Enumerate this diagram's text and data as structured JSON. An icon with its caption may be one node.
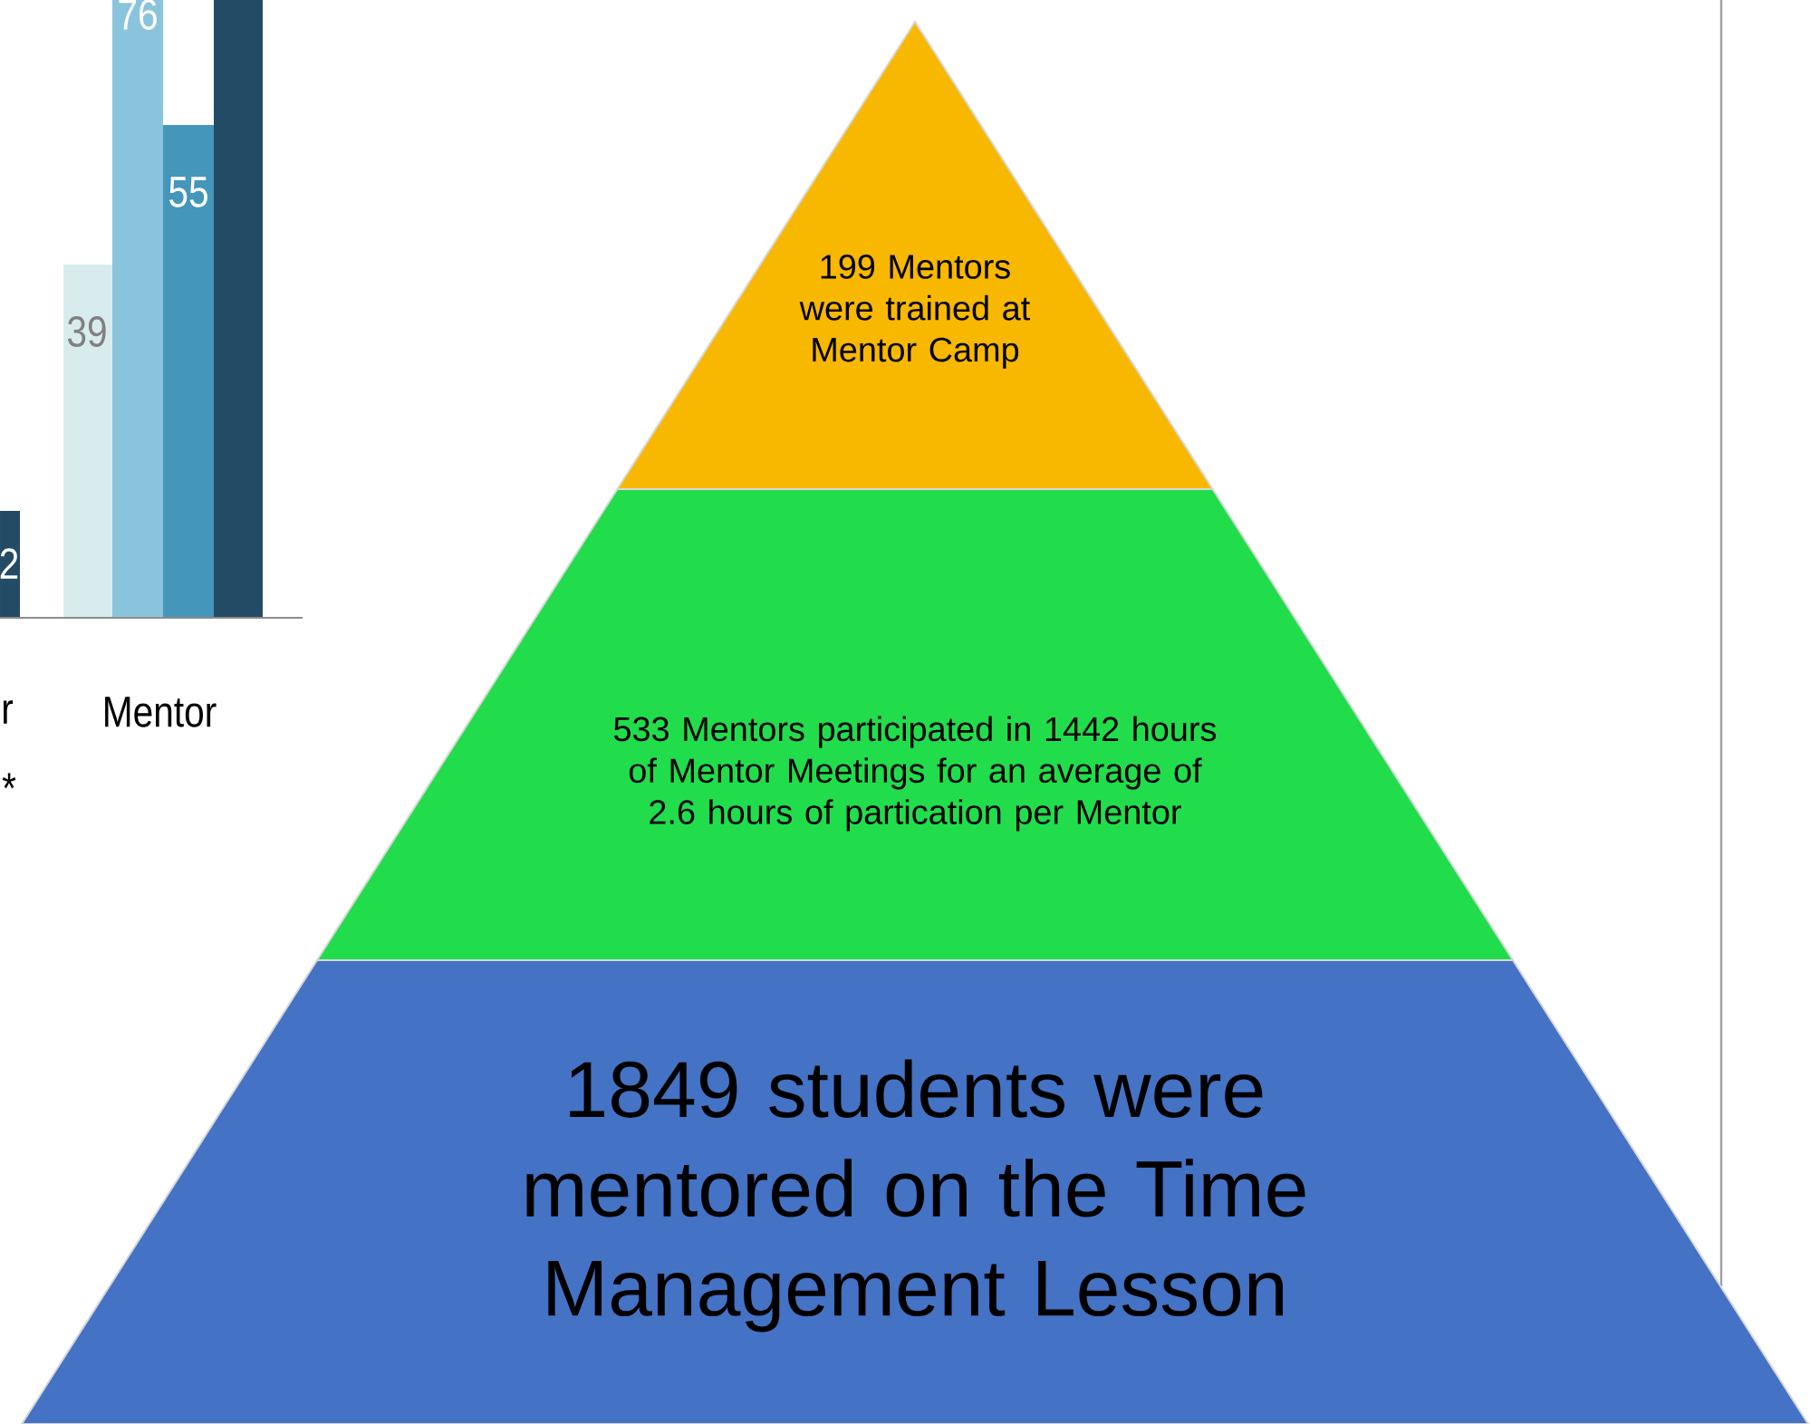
{
  "diagram": {
    "nodes": [
      {
        "text": [
          "199 Mentors were trained at Mentor Camp"
        ]
      },
      {
        "text": [
          "533 Mentors participated in 1442 hours of Mentor Meetings for an average of 2.6 hours of partication per Mentor"
        ]
      },
      {
        "text": [
          "1849 students were mentored on the Time Management Lesson"
        ]
      }
    ],
    "labels": [
      "76",
      "55",
      "39",
      "2",
      "r",
      "Mentor",
      "*"
    ]
  }
}
